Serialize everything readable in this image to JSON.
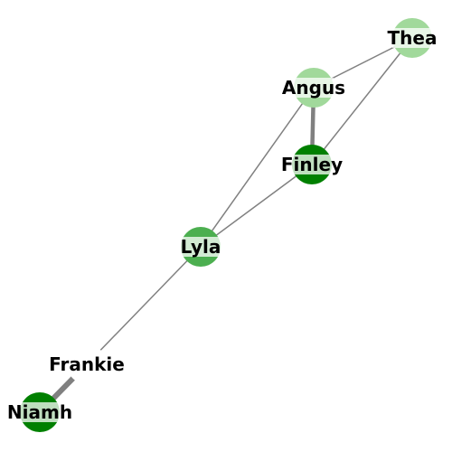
{
  "graph": {
    "nodes": [
      {
        "id": "thea",
        "label": "Thea",
        "color": "#a1d99b"
      },
      {
        "id": "angus",
        "label": "Angus",
        "color": "#a1d99b"
      },
      {
        "id": "finley",
        "label": "Finley",
        "color": "#008000"
      },
      {
        "id": "lyla",
        "label": "Lyla",
        "color": "#4caf50"
      },
      {
        "id": "frankie",
        "label": "Frankie",
        "color": "#ffffff"
      },
      {
        "id": "niamh",
        "label": "Niamh",
        "color": "#008000"
      }
    ],
    "edges": [
      {
        "source": "thea",
        "target": "angus",
        "weight": 1
      },
      {
        "source": "thea",
        "target": "finley",
        "weight": 1
      },
      {
        "source": "angus",
        "target": "finley",
        "weight": 3
      },
      {
        "source": "angus",
        "target": "lyla",
        "weight": 1
      },
      {
        "source": "finley",
        "target": "lyla",
        "weight": 1
      },
      {
        "source": "lyla",
        "target": "frankie",
        "weight": 1
      },
      {
        "source": "frankie",
        "target": "niamh",
        "weight": 4
      }
    ],
    "edge_color": "#808080",
    "label_band_color": "#ffffff"
  }
}
